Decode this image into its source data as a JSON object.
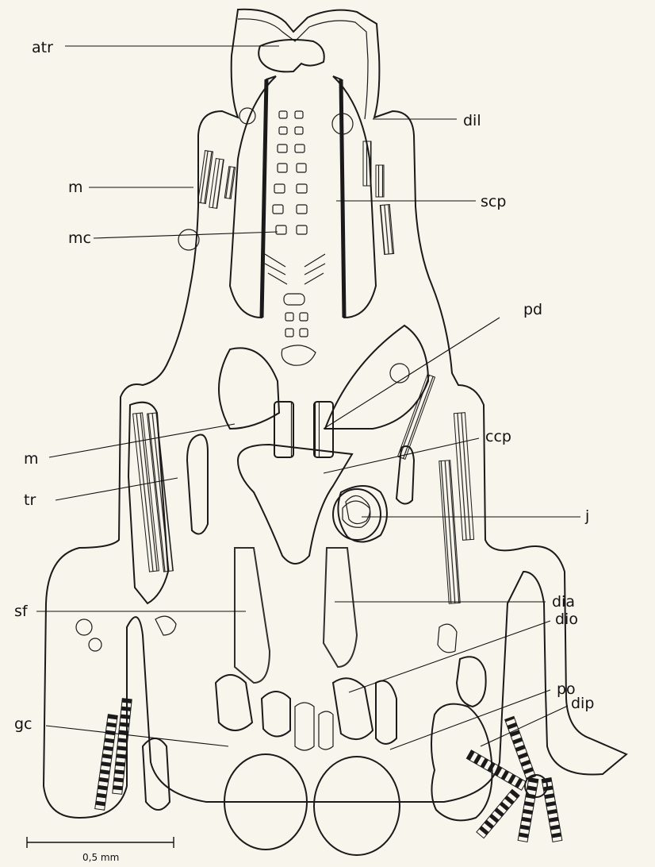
{
  "figure": {
    "labels": {
      "atr": "atr",
      "dil": "dil",
      "m_upper": "m",
      "scp": "scp",
      "mc": "mc",
      "pd": "pd",
      "m_lower": "m",
      "ccp": "ccp",
      "tr": "tr",
      "j": "j",
      "dia": "dia",
      "sf": "sf",
      "dio": "dio",
      "po": "po",
      "dip": "dip",
      "gc": "gc"
    },
    "scale_bar": {
      "label": "0,5 mm"
    },
    "colors": {
      "ink": "#1a1a1a",
      "paper": "#f7f5ec",
      "tissue": "#ecead8"
    }
  }
}
